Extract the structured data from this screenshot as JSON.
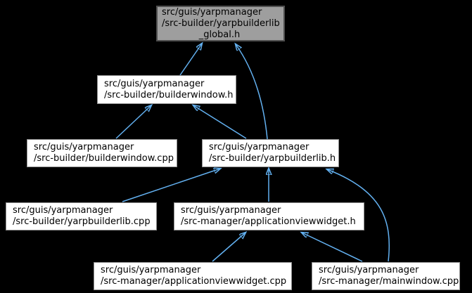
{
  "diagram": {
    "type": "include-dependency-graph",
    "nodes": [
      {
        "id": "yarpbuilderlib-global-h",
        "lines": [
          "src/guis/yarpmanager",
          "/src-builder/yarpbuilderlib",
          "_global.h"
        ],
        "highlighted": true
      },
      {
        "id": "builderwindow-h",
        "lines": [
          "src/guis/yarpmanager",
          "/src-builder/builderwindow.h"
        ],
        "highlighted": false
      },
      {
        "id": "builderwindow-cpp",
        "lines": [
          "src/guis/yarpmanager",
          "/src-builder/builderwindow.cpp"
        ],
        "highlighted": false
      },
      {
        "id": "yarpbuilderlib-h",
        "lines": [
          "src/guis/yarpmanager",
          "/src-builder/yarpbuilderlib.h"
        ],
        "highlighted": false
      },
      {
        "id": "yarpbuilderlib-cpp",
        "lines": [
          "src/guis/yarpmanager",
          "/src-builder/yarpbuilderlib.cpp"
        ],
        "highlighted": false
      },
      {
        "id": "applicationviewwidget-h",
        "lines": [
          "src/guis/yarpmanager",
          "/src-manager/applicationviewwidget.h"
        ],
        "highlighted": false
      },
      {
        "id": "applicationviewwidget-cpp",
        "lines": [
          "src/guis/yarpmanager",
          "/src-manager/applicationviewwidget.cpp"
        ],
        "highlighted": false
      },
      {
        "id": "mainwindow-cpp",
        "lines": [
          "src/guis/yarpmanager",
          "/src-manager/mainwindow.cpp"
        ],
        "highlighted": false
      }
    ],
    "edges": [
      {
        "from": "builderwindow-h",
        "to": "yarpbuilderlib-global-h"
      },
      {
        "from": "yarpbuilderlib-h",
        "to": "yarpbuilderlib-global-h"
      },
      {
        "from": "builderwindow-cpp",
        "to": "builderwindow-h"
      },
      {
        "from": "yarpbuilderlib-h",
        "to": "builderwindow-h"
      },
      {
        "from": "yarpbuilderlib-cpp",
        "to": "yarpbuilderlib-h"
      },
      {
        "from": "applicationviewwidget-h",
        "to": "yarpbuilderlib-h"
      },
      {
        "from": "mainwindow-cpp",
        "to": "yarpbuilderlib-h"
      },
      {
        "from": "applicationviewwidget-cpp",
        "to": "applicationviewwidget-h"
      },
      {
        "from": "mainwindow-cpp",
        "to": "applicationviewwidget-h"
      }
    ]
  },
  "colors": {
    "background": "#000000",
    "edge": "#63b1f1",
    "node_bg": "#ffffff",
    "node_border": "#8f8f8f",
    "highlight_bg": "#9e9e9e",
    "highlight_border": "#4f4f4f",
    "text": "#000000"
  }
}
